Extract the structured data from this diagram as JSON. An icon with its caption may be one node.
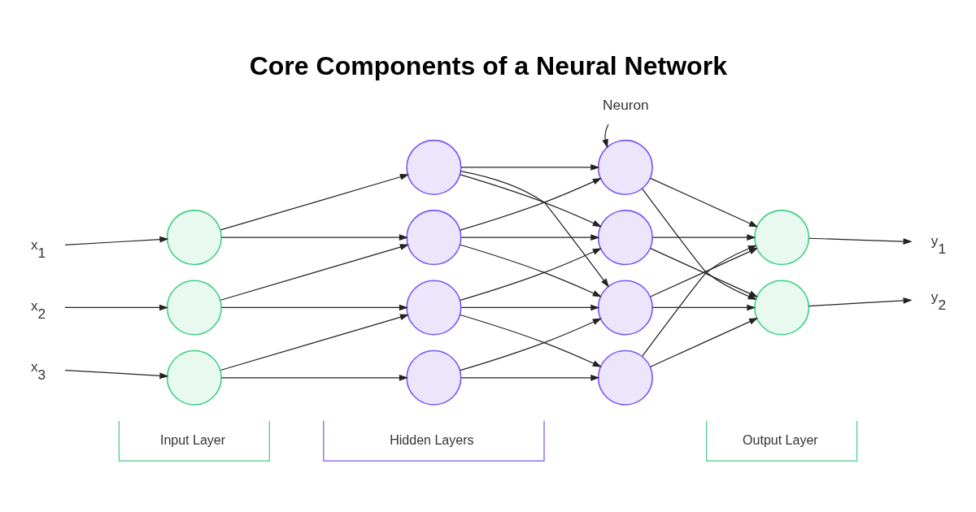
{
  "diagram": {
    "title": "Core Components of a Neural Network",
    "nodes": [
      {
        "text": [
          "x$_{1}$"
        ]
      },
      {
        "text": [
          "x$_{2}$"
        ]
      },
      {
        "text": [
          "x$_{3}$"
        ]
      },
      {
        "text": [],
        "shape": "circle"
      },
      {
        "text": [],
        "shape": "circle"
      },
      {
        "text": [],
        "shape": "circle"
      },
      {
        "text": [],
        "shape": "circle"
      },
      {
        "text": [],
        "shape": "circle"
      },
      {
        "text": [],
        "shape": "circle"
      },
      {
        "text": [],
        "shape": "circle"
      },
      {
        "text": [
          "Neuron"
        ]
      },
      {
        "text": [],
        "shape": "circle"
      },
      {
        "text": [],
        "shape": "circle"
      },
      {
        "text": [],
        "shape": "circle"
      },
      {
        "text": [],
        "shape": "circle"
      },
      {
        "text": [],
        "shape": "circle"
      },
      {
        "text": [],
        "shape": "circle"
      },
      {
        "text": [
          "y$_{1}$"
        ]
      },
      {
        "text": [
          "y$_{2}$"
        ]
      },
      {
        "text": [
          "Input Layer"
        ]
      },
      {
        "text": [
          "Hidden Layers"
        ]
      },
      {
        "text": [
          "Output Layer"
        ]
      }
    ],
    "edges": [
      {
        "from": 0,
        "to": 3,
        "arrow": "to"
      },
      {
        "from": 1,
        "to": 4,
        "arrow": "to"
      },
      {
        "from": 2,
        "to": 5,
        "arrow": "to"
      },
      {
        "from": 3,
        "to": 6,
        "arrow": "to"
      },
      {
        "from": 3,
        "to": 7,
        "arrow": "to"
      },
      {
        "from": 4,
        "to": 7,
        "arrow": "to"
      },
      {
        "from": 4,
        "to": 8,
        "arrow": "to"
      },
      {
        "from": 5,
        "to": 8,
        "arrow": "to"
      },
      {
        "from": 5,
        "to": 9,
        "arrow": "to"
      },
      {
        "from": 6,
        "to": 11,
        "arrow": "to"
      },
      {
        "from": 6,
        "to": 12,
        "arrow": "to"
      },
      {
        "from": 6,
        "to": 13,
        "arrow": "to"
      },
      {
        "from": 7,
        "to": 11,
        "arrow": "to"
      },
      {
        "from": 7,
        "to": 12,
        "arrow": "to"
      },
      {
        "from": 7,
        "to": 13,
        "arrow": "to"
      },
      {
        "from": 8,
        "to": 12,
        "arrow": "to"
      },
      {
        "from": 8,
        "to": 13,
        "arrow": "to"
      },
      {
        "from": 8,
        "to": 14,
        "arrow": "to"
      },
      {
        "from": 9,
        "to": 13,
        "arrow": "to"
      },
      {
        "from": 9,
        "to": 14,
        "arrow": "to"
      },
      {
        "from": 10,
        "to": 11,
        "arrow": "to"
      },
      {
        "from": 11,
        "to": 15,
        "arrow": "to"
      },
      {
        "from": 11,
        "to": 16,
        "arrow": "to"
      },
      {
        "from": 12,
        "to": 15,
        "arrow": "to"
      },
      {
        "from": 12,
        "to": 16,
        "arrow": "to"
      },
      {
        "from": 13,
        "to": 15,
        "arrow": "to"
      },
      {
        "from": 13,
        "to": 16,
        "arrow": "to"
      },
      {
        "from": 14,
        "to": 15,
        "arrow": "to"
      },
      {
        "from": 14,
        "to": 16,
        "arrow": "to"
      },
      {
        "from": 15,
        "to": 17,
        "arrow": "to"
      },
      {
        "from": 16,
        "to": 18,
        "arrow": "to"
      }
    ]
  }
}
